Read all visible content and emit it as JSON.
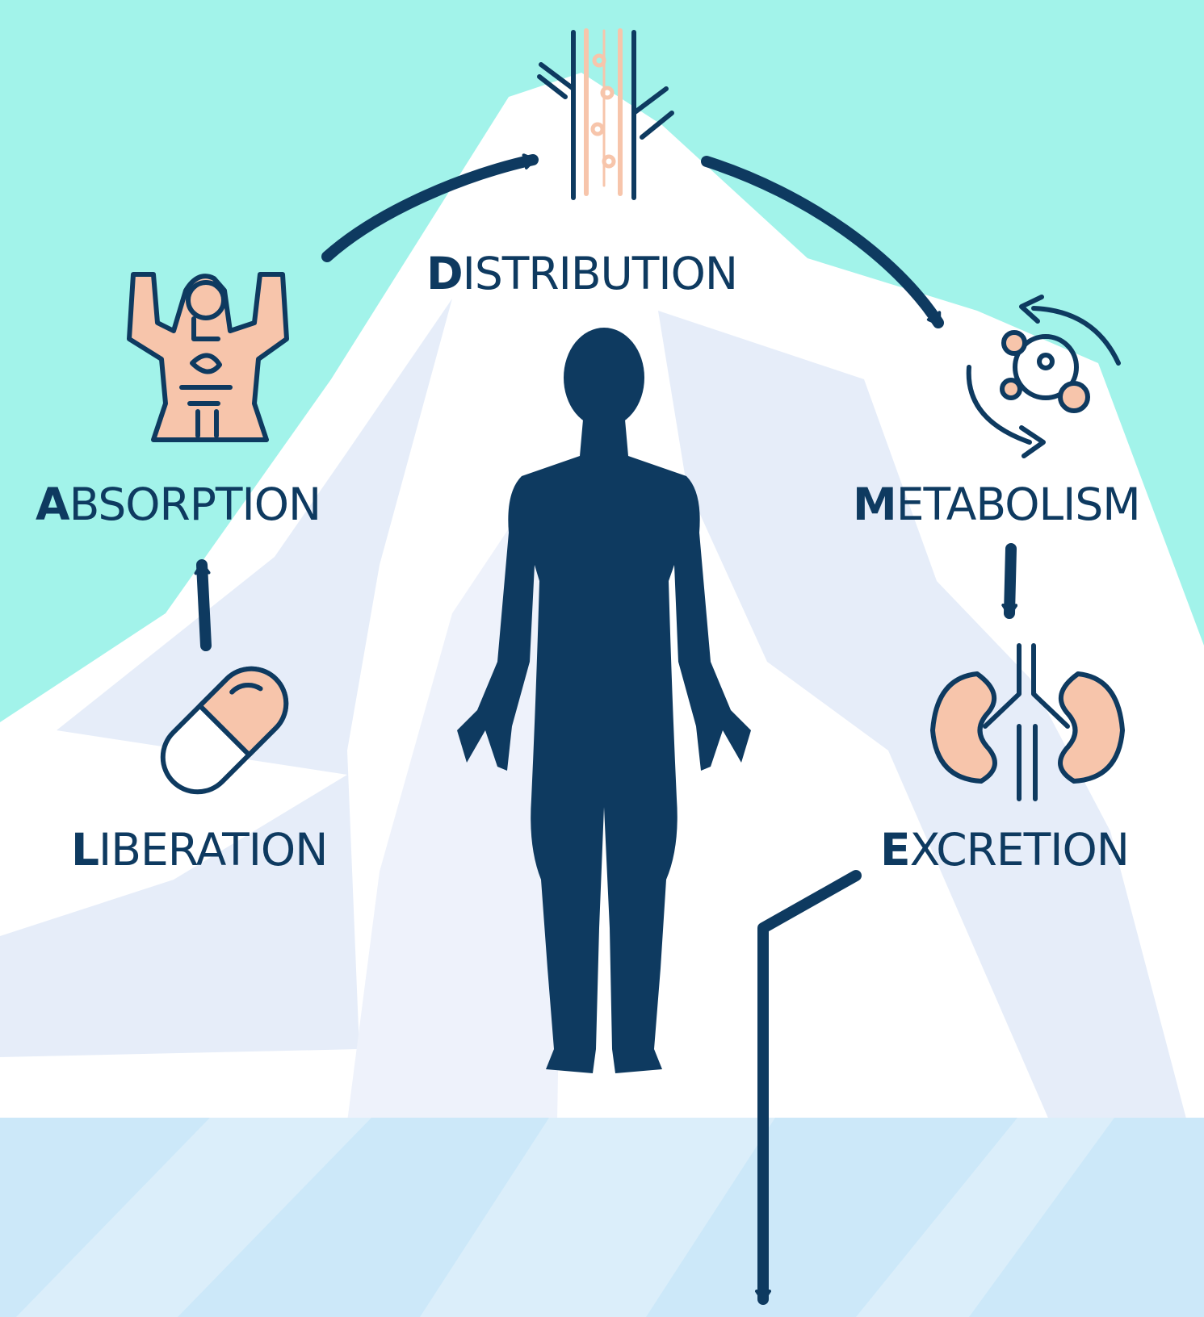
{
  "stages": {
    "distribution": {
      "initial": "D",
      "rest": "ISTRIBUTION"
    },
    "absorption": {
      "initial": "A",
      "rest": "BSORPTION"
    },
    "metabolism": {
      "initial": "M",
      "rest": "ETABOLISM"
    },
    "liberation": {
      "initial": "L",
      "rest": "IBERATION"
    },
    "excretion": {
      "initial": "E",
      "rest": "XCRETION"
    }
  },
  "icons": {
    "distribution": "blood-vessel-icon",
    "absorption": "body-organs-icon",
    "metabolism": "cycle-molecule-icon",
    "liberation": "capsule-pill-icon",
    "excretion": "kidneys-icon",
    "center": "human-silhouette-icon"
  },
  "colors": {
    "sky": "#a2f3ea",
    "mountain": "#ffffff",
    "mountain_shade": "#e6edf9",
    "water": "#cce8f9",
    "navy": "#0e3a60",
    "peach": "#f7c5ab"
  }
}
